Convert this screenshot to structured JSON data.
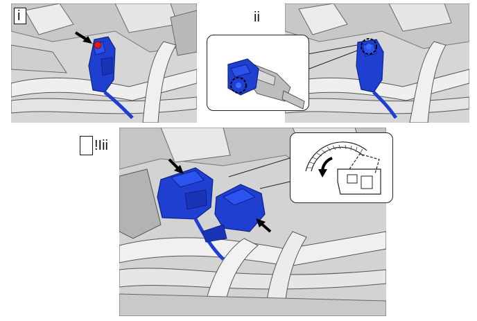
{
  "steps": [
    {
      "label": "i"
    },
    {
      "label": "ii"
    },
    {
      "label": "!Iii"
    }
  ],
  "colors": {
    "connector": "#1f3fd1",
    "connector_dark": "#0e2388",
    "highlight": "#e01b1b",
    "engine_light": "#e8e8e8",
    "engine_mid": "#bdbdbd",
    "engine_dark": "#6e6e6e",
    "line": "#333333"
  },
  "icons": [
    "arrow-icon",
    "lock-circle-icon",
    "rotate-arrow-icon",
    "connector-icon"
  ]
}
